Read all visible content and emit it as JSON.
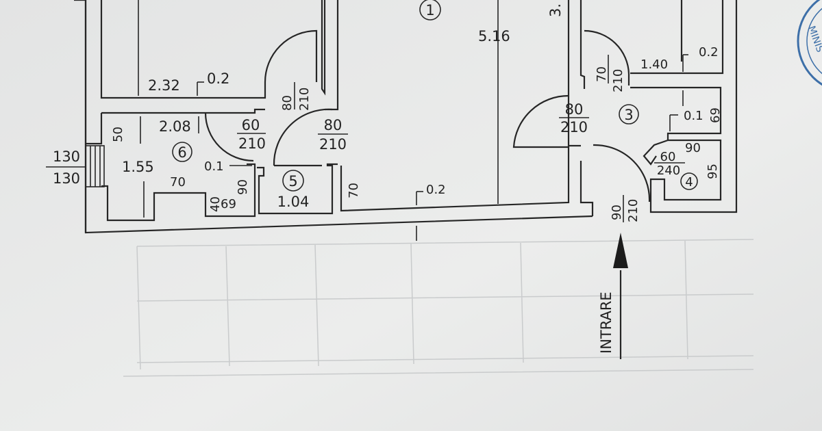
{
  "rooms": [
    {
      "number": "1"
    },
    {
      "number": "3"
    },
    {
      "number": "4"
    },
    {
      "number": "5",
      "area": "1.04"
    },
    {
      "number": "6"
    }
  ],
  "dimensions": {
    "room1_height": "5.16",
    "top_partial": "3.",
    "top_left_width": "2.32",
    "top_left_wall": "0.2",
    "room6_width": "2.08",
    "room6_height": "1.55",
    "room6_left": "50",
    "room6_70": "70",
    "room6_wall": "0.1",
    "room6_90": "90",
    "room6_40": "40",
    "room6_69": "69",
    "room5_70": "70",
    "bottom_wall": "0.2",
    "right_top_width": "1.40",
    "right_top_wall": "0.2",
    "room3_wall": "0.1",
    "room3_69": "69",
    "room4_90": "90",
    "room4_95": "95"
  },
  "doors": {
    "stairs": {
      "w": "130",
      "h": "130"
    },
    "d_80_top": {
      "w": "80",
      "h": "210"
    },
    "d_60": {
      "w": "60",
      "h": "210"
    },
    "d_80_room5": {
      "w": "80",
      "h": "210"
    },
    "d_70": {
      "w": "70",
      "h": "210"
    },
    "d_80_room3": {
      "w": "80",
      "h": "210"
    },
    "d_60_240": {
      "w": "60",
      "h": "240"
    },
    "d_entry": {
      "w": "90",
      "h": "210"
    }
  },
  "entrance_label": "INTRARE",
  "stamp_text": "MINIS",
  "colors": {
    "paper": "#e6e7e7",
    "ink": "#262626",
    "stamp": "#3d6fa8"
  }
}
